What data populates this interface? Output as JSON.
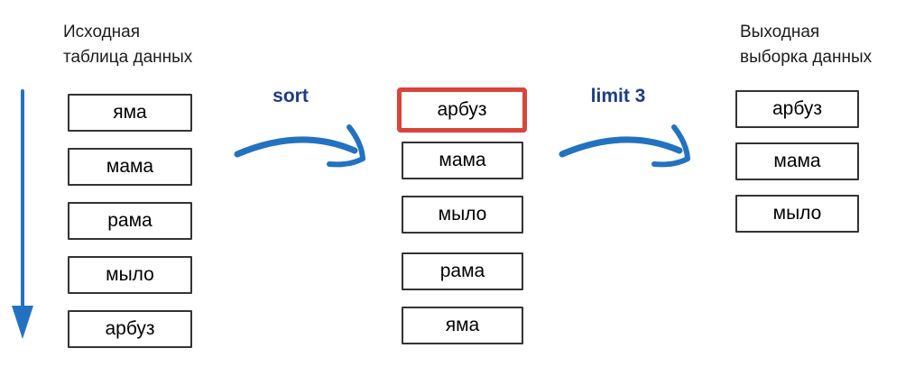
{
  "source_table": {
    "title_line1": "Исходная",
    "title_line2": "таблица данных",
    "items": [
      "яма",
      "мама",
      "рама",
      "мыло",
      "арбуз"
    ]
  },
  "sorted_table": {
    "items": [
      "арбуз",
      "мама",
      "мыло",
      "рама",
      "яма"
    ],
    "highlighted_item": "арбуз",
    "highlight_index": 0
  },
  "output_table": {
    "title_line1": "Выходная",
    "title_line2": "выборка данных",
    "items": [
      "арбуз",
      "мама",
      "мыло"
    ]
  },
  "operations": {
    "sort_label": "sort",
    "limit_label": "limit 3"
  },
  "icons": {
    "insertion_order_arrow": "down-arrow-icon",
    "sort_arrow": "curved-right-arrow-icon",
    "limit_arrow": "curved-right-arrow-icon"
  },
  "colors": {
    "arrow_blue": "#2372c0",
    "label_navy": "#1f3b82",
    "highlight_red": "#d9453a",
    "box_border": "#333333"
  }
}
